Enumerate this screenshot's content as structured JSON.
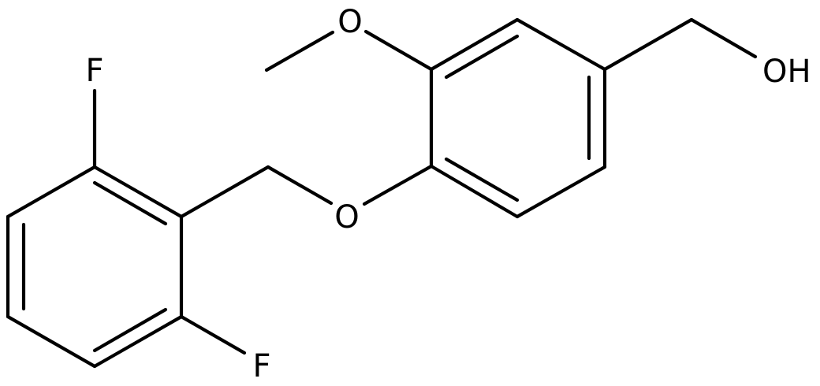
{
  "atom_labels": {
    "fluorine_top": "F",
    "fluorine_bottom": "F",
    "methoxy_oxygen": "O",
    "ether_oxygen": "O",
    "hydroxyl": "OH"
  }
}
